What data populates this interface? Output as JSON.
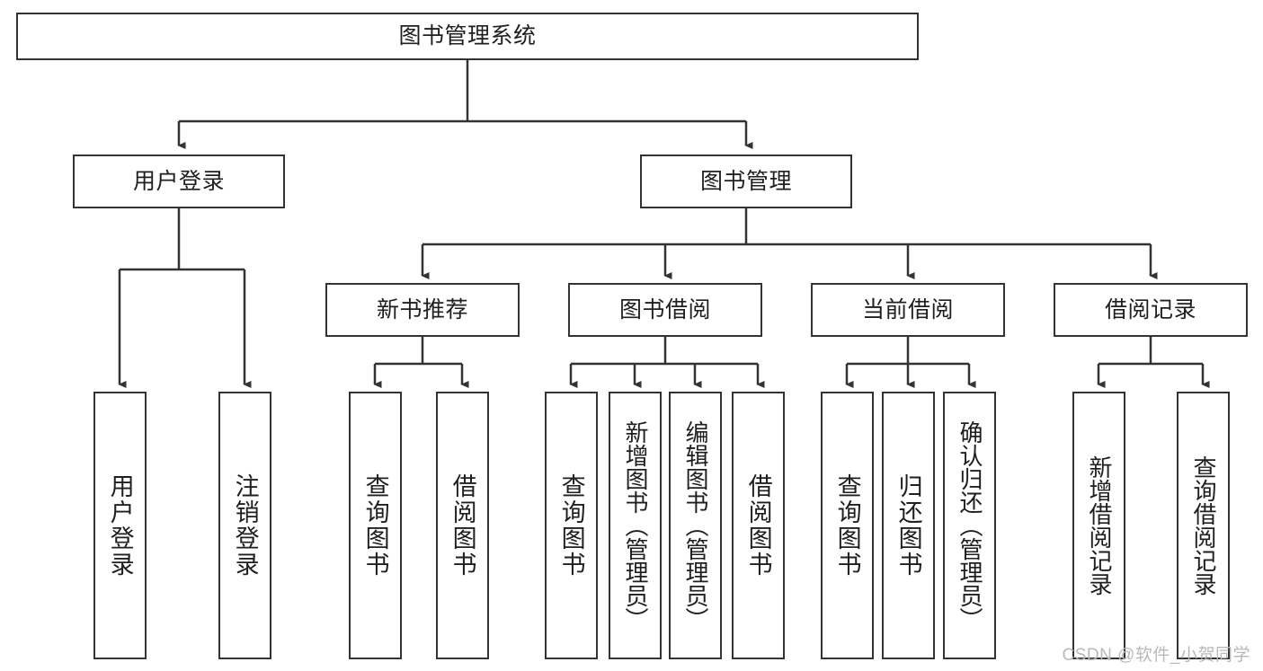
{
  "diagram": {
    "type": "tree",
    "title": "图书管理系统",
    "root": {
      "label": "图书管理系统"
    },
    "level2": [
      {
        "label": "用户登录"
      },
      {
        "label": "图书管理"
      }
    ],
    "level3": [
      {
        "label": "新书推荐"
      },
      {
        "label": "图书借阅"
      },
      {
        "label": "当前借阅"
      },
      {
        "label": "借阅记录"
      }
    ],
    "leaves": {
      "user_login": [
        {
          "label": "用户登录"
        },
        {
          "label": "注销登录"
        }
      ],
      "new_book_recommend": [
        {
          "label": "查询图书"
        },
        {
          "label": "借阅图书"
        }
      ],
      "book_borrow": [
        {
          "label": "查询图书"
        },
        {
          "label": "新增图书（管理员）"
        },
        {
          "label": "编辑图书（管理员）"
        },
        {
          "label": "借阅图书"
        }
      ],
      "current_borrow": [
        {
          "label": "查询图书"
        },
        {
          "label": "归还图书"
        },
        {
          "label": "确认归还（管理员）"
        }
      ],
      "borrow_record": [
        {
          "label": "新增借阅记录"
        },
        {
          "label": "查询借阅记录"
        }
      ]
    }
  },
  "watermark": {
    "text": "CSDN @软件_小贺同学"
  },
  "colors": {
    "stroke": "#333333",
    "fill": "#ffffff",
    "text": "#1f1f1f",
    "watermark": "#b9b9b9"
  }
}
